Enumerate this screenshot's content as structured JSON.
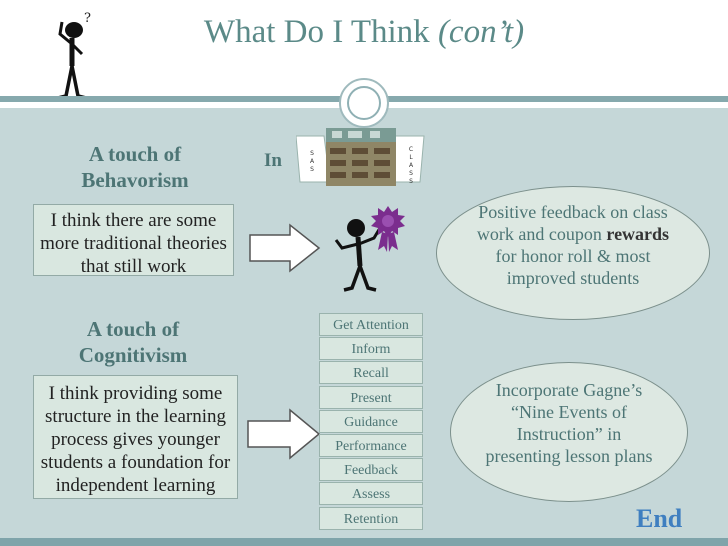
{
  "slide": {
    "title_main": "What Do I Think",
    "title_suffix": "(con’t)"
  },
  "behaviorism": {
    "heading_line1": "A touch of",
    "heading_line2": "Behavorism",
    "statement": "I think there are some more traditional theories that still work",
    "feedback_part1": "Positive feedback on class work and coupon",
    "feedback_bold": "rewards",
    "feedback_part2": "for honor roll & most improved students"
  },
  "classroom": {
    "in_label": "In",
    "left_text": "S A S",
    "right_text": "C L A S S"
  },
  "cognitivism": {
    "heading_line1": "A touch of",
    "heading_line2": "Cognitivism",
    "statement": "I think providing some structure in the learning process gives younger students a foundation for independent learning",
    "gagne_text": "Incorporate Gagne’s “Nine Events of Instruction” in presenting lesson plans"
  },
  "nine_events": [
    "Get Attention",
    "Inform",
    "Recall",
    "Present",
    "Guidance",
    "Performance",
    "Feedback",
    "Assess",
    "Retention"
  ],
  "nav": {
    "end_label": "End"
  },
  "colors": {
    "title": "#5b8a88",
    "panel": "#c5d7d8",
    "rule": "#86a9ad",
    "heading": "#4d7575",
    "end_link": "#3f7fc0"
  },
  "icons": [
    "thinking-stick-figure-icon",
    "stick-figure-with-ribbon-icon",
    "classroom-photo",
    "right-arrow-icon",
    "award-ribbon-icon"
  ]
}
